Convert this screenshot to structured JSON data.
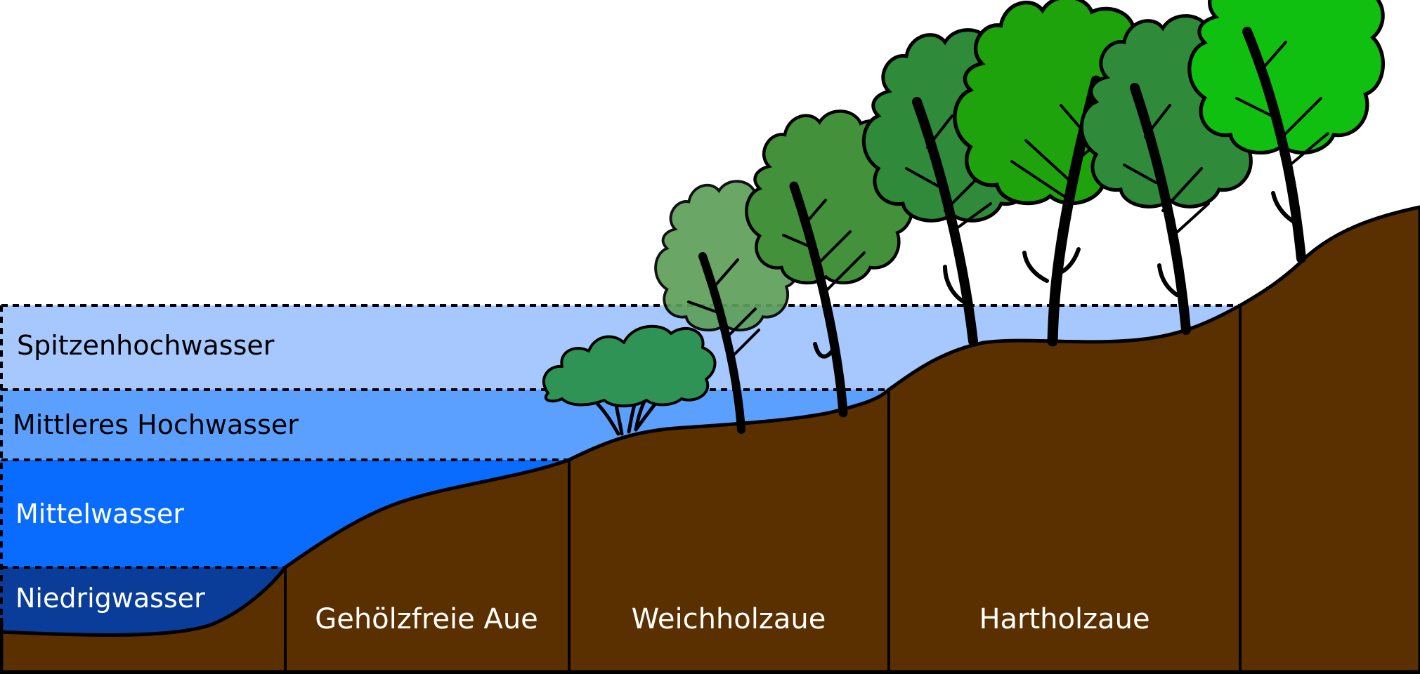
{
  "water_levels": {
    "peak_flood": "Spitzenhochwasser",
    "mean_flood": "Mittleres Hochwasser",
    "mean_water": "Mittelwasser",
    "low_water": "Niedrigwasser"
  },
  "zones": {
    "treeless_floodplain": "Gehölzfreie Aue",
    "softwood_floodplain": "Weichholzaue",
    "hardwood_floodplain": "Hartholzaue"
  },
  "colors": {
    "peak_flood": "#a6c8ff",
    "mean_flood": "#5ca0ff",
    "mean_water": "#0a6cff",
    "low_water": "#0a3d9a",
    "soil": "#5b3000",
    "tree_green_1": "#2f8a3a",
    "tree_green_2": "#1fa30d",
    "tree_green_3": "#10c010"
  }
}
